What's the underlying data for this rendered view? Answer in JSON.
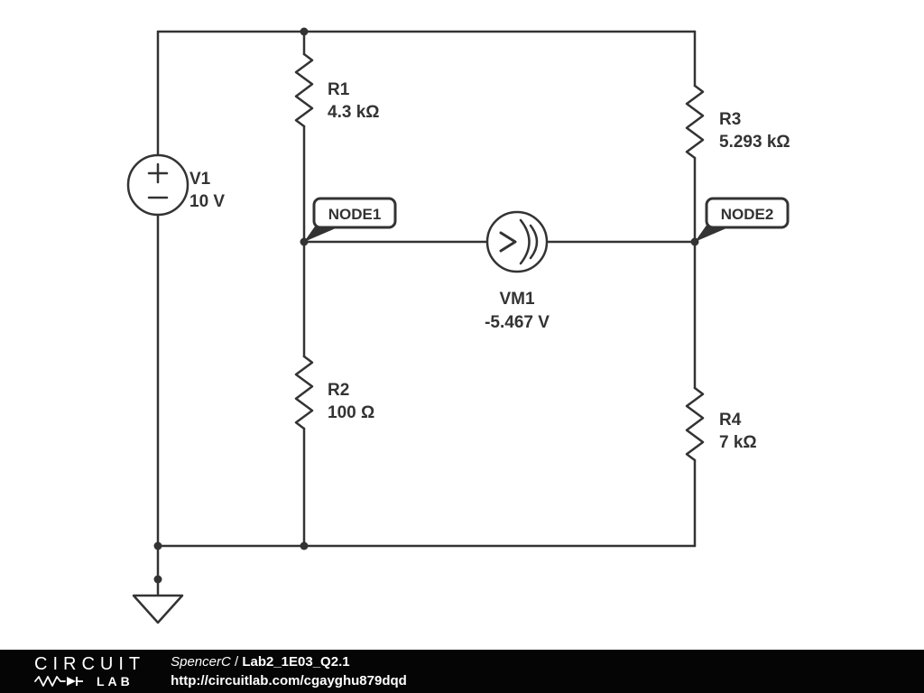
{
  "circuit": {
    "components": {
      "v1": {
        "name": "V1",
        "value": "10 V"
      },
      "r1": {
        "name": "R1",
        "value": "4.3 kΩ"
      },
      "r2": {
        "name": "R2",
        "value": "100 Ω"
      },
      "r3": {
        "name": "R3",
        "value": "5.293 kΩ"
      },
      "r4": {
        "name": "R4",
        "value": "7 kΩ"
      },
      "vm1": {
        "name": "VM1",
        "value": "-5.467 V"
      }
    },
    "nodes": {
      "node1": {
        "label": "NODE1"
      },
      "node2": {
        "label": "NODE2"
      }
    },
    "colors": {
      "stroke": "#333333",
      "background": "#ffffff"
    }
  },
  "footer": {
    "logo_top": "CIRCUIT",
    "logo_bottom": "LAB",
    "author": "SpencerC",
    "separator": " / ",
    "title": "Lab2_1E03_Q2.1",
    "url": "http://circuitlab.com/cgayghu879dqd"
  }
}
